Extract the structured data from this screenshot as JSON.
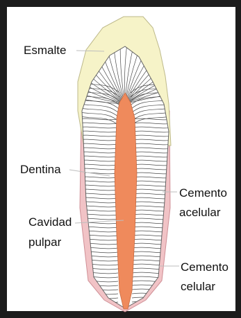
{
  "labels": {
    "esmalte": "Esmalte",
    "dentina": "Dentina",
    "cemento_acelular": [
      "Cemento",
      "acelular"
    ],
    "cavidad_pulpar": [
      "Cavidad",
      "pulpar"
    ],
    "cemento_celular": [
      "Cemento",
      "celular"
    ]
  },
  "colors": {
    "enamel": "#f6f3c8",
    "pulp": "#ef8a5c",
    "cementum": "#f1c3c6",
    "tubules": "#4a4a4a",
    "border": "#1c1c1c"
  }
}
